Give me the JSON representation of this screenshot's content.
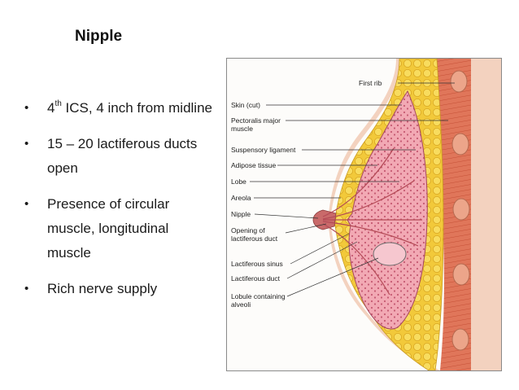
{
  "slide": {
    "title": "Nipple",
    "bullets": [
      {
        "pre": "4",
        "sup": "th",
        "post": " ICS, 4 inch from midline"
      },
      {
        "text": "15 – 20 lactiferous ducts open"
      },
      {
        "text": "Presence of circular muscle, longitudinal muscle"
      },
      {
        "text": "Rich nerve supply"
      }
    ]
  },
  "figure": {
    "labels": {
      "first_rib": "First rib",
      "skin": "Skin (cut)",
      "pectoralis_1": "Pectoralis major",
      "pectoralis_2": "muscle",
      "suspensory": "Suspensory ligament",
      "adipose": "Adipose tissue",
      "lobe": "Lobe",
      "areola": "Areola",
      "nipple": "Nipple",
      "opening_1": "Opening of",
      "opening_2": "lactiferous duct",
      "sinus": "Lactiferous sinus",
      "duct": "Lactiferous duct",
      "lobule_1": "Lobule containing",
      "lobule_2": "alveoli"
    },
    "colors": {
      "muscle": "#e0765a",
      "fat": "#f2c93a",
      "gland": "#f2a9b4",
      "skin": "#f3d2bf",
      "rib": "#eca58a"
    }
  }
}
